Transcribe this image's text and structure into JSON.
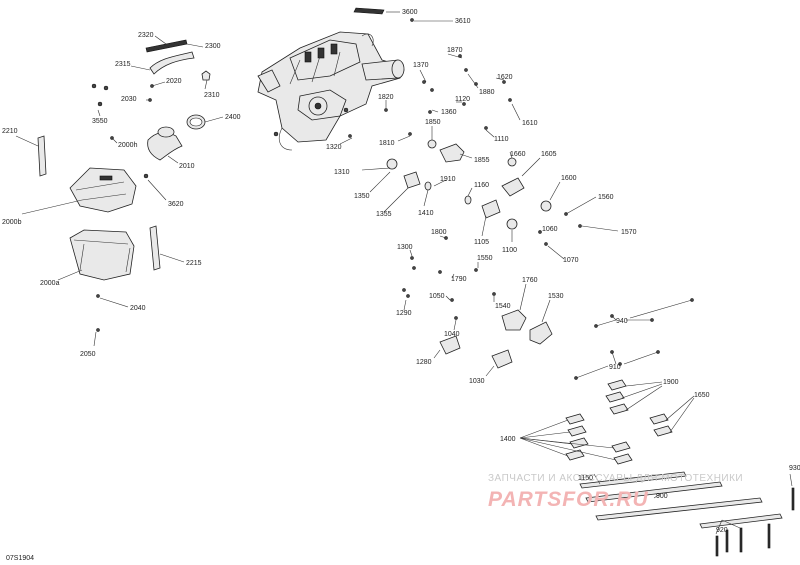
{
  "diagram": {
    "reference_code": "07S1904",
    "labels": {
      "l3600": "3600",
      "l3610": "3610",
      "l2320": "2320",
      "l2300": "2300",
      "l2315": "2315",
      "l2020": "2020",
      "l2310": "2310",
      "l2030": "2030",
      "l2400": "2400",
      "l3550": "3550",
      "l2000h": "2000h",
      "l2010": "2010",
      "l2210": "2210",
      "l3620": "3620",
      "l2000b": "2000b",
      "l2215": "2215",
      "l2000a": "2000a",
      "l2040": "2040",
      "l2050": "2050",
      "l1870": "1870",
      "l1370": "1370",
      "l1880": "1880",
      "l1620": "1620",
      "l1820": "1820",
      "l1360": "1360",
      "l1120": "1120",
      "l1610": "1610",
      "l1110": "1110",
      "l1850": "1850",
      "l1320": "1320",
      "l1810": "1810",
      "l1855": "1855",
      "l1660": "1660",
      "l1605": "1605",
      "l1310": "1310",
      "l1910": "1910",
      "l1160": "1160",
      "l1600": "1600",
      "l1350": "1350",
      "l1355": "1355",
      "l1410": "1410",
      "l1560": "1560",
      "l1570": "1570",
      "l1800": "1800",
      "l1105": "1105",
      "l1100": "1100",
      "l1060": "1060",
      "l1070": "1070",
      "l1300": "1300",
      "l1550": "1550",
      "l1790": "1790",
      "l1760": "1760",
      "l1050": "1050",
      "l1540": "1540",
      "l1530": "1530",
      "l1290": "1290",
      "l1040": "1040",
      "l940": "940",
      "l1280": "1280",
      "l910": "910",
      "l1030": "1030",
      "l1900": "1900",
      "l1650": "1650",
      "l1400": "1400",
      "l930": "930",
      "l1150": "1150",
      "l900": "900",
      "l920": "920"
    }
  },
  "watermark": {
    "line1": "ЗАПЧАСТИ И АКСЕССУАРЫ ДЛЯ МОТОТЕХНИКИ",
    "line2": "PARTSFOR.RU"
  }
}
